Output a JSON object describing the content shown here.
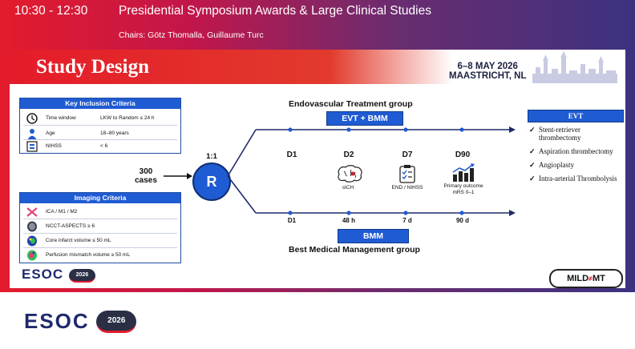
{
  "header": {
    "time": "10:30 - 12:30",
    "session_title": "Presidential Symposium Awards & Large Clinical Studies",
    "chairs": "Chairs: Götz Thomalla, Guillaume Turc"
  },
  "slide": {
    "title": "Study Design",
    "dates": "6–8 MAY 2026",
    "location": "MAASTRICHT, NL",
    "inclusion": {
      "title": "Key Inclusion Criteria",
      "rows": [
        {
          "icon": "clock-icon",
          "label": "Time window",
          "value": "LKW to Random ≤ 24 h"
        },
        {
          "icon": "person-icon",
          "label": "Age",
          "value": "18–80 years"
        },
        {
          "icon": "nihss-icon",
          "label": "NIHSS",
          "value": "< 6"
        }
      ]
    },
    "imaging": {
      "title": "Imaging Criteria",
      "rows": [
        {
          "icon": "vessel-icon",
          "text": "ICA / M1 / M2"
        },
        {
          "icon": "ct-scan-icon",
          "text": "NCCT-ASPECTS ≥ 6"
        },
        {
          "icon": "core-map-icon",
          "text": "Core infarct volume ≤ 50 mL"
        },
        {
          "icon": "perfusion-map-icon",
          "text": "Perfusion mismatch volume ≥ 50 mL"
        }
      ]
    },
    "cases": {
      "count": "300",
      "unit": "cases"
    },
    "ratio": "1:1",
    "randomize_letter": "R",
    "evt_group": {
      "title": "Endovascular Treatment group",
      "pill": "EVT + BMM",
      "days": [
        "D1",
        "D2",
        "D7",
        "D90"
      ],
      "icons": [
        {
          "icon": "brain-icon",
          "label": "sICH"
        },
        {
          "icon": "clipboard-icon",
          "label": "END / NIHSS"
        },
        {
          "icon": "bar-chart-icon",
          "label": "Primary outcome",
          "sublabel": "mRS 0–1"
        }
      ]
    },
    "bmm_group": {
      "pill": "BMM",
      "title": "Best Medical Management group",
      "times": [
        "D1",
        "48 h",
        "7 d",
        "90 d"
      ]
    },
    "evt_options": {
      "title": "EVT",
      "items": [
        "Stent-retriever thrombectomy",
        "Aspiration thrombectomy",
        "Angioplasty",
        "Intra-arterial Thrombolysis"
      ]
    },
    "logos": {
      "esoc_text": "ESOC",
      "esoc_year": "2026",
      "mild_left": "MILD",
      "mild_right": "MT"
    }
  },
  "footer": {
    "esoc_text": "ESOC",
    "esoc_year": "2026"
  },
  "colors": {
    "accent_red": "#e31b2c",
    "accent_blue": "#1f5bd3",
    "navy": "#1f2a6b",
    "purple": "#3c3280"
  }
}
